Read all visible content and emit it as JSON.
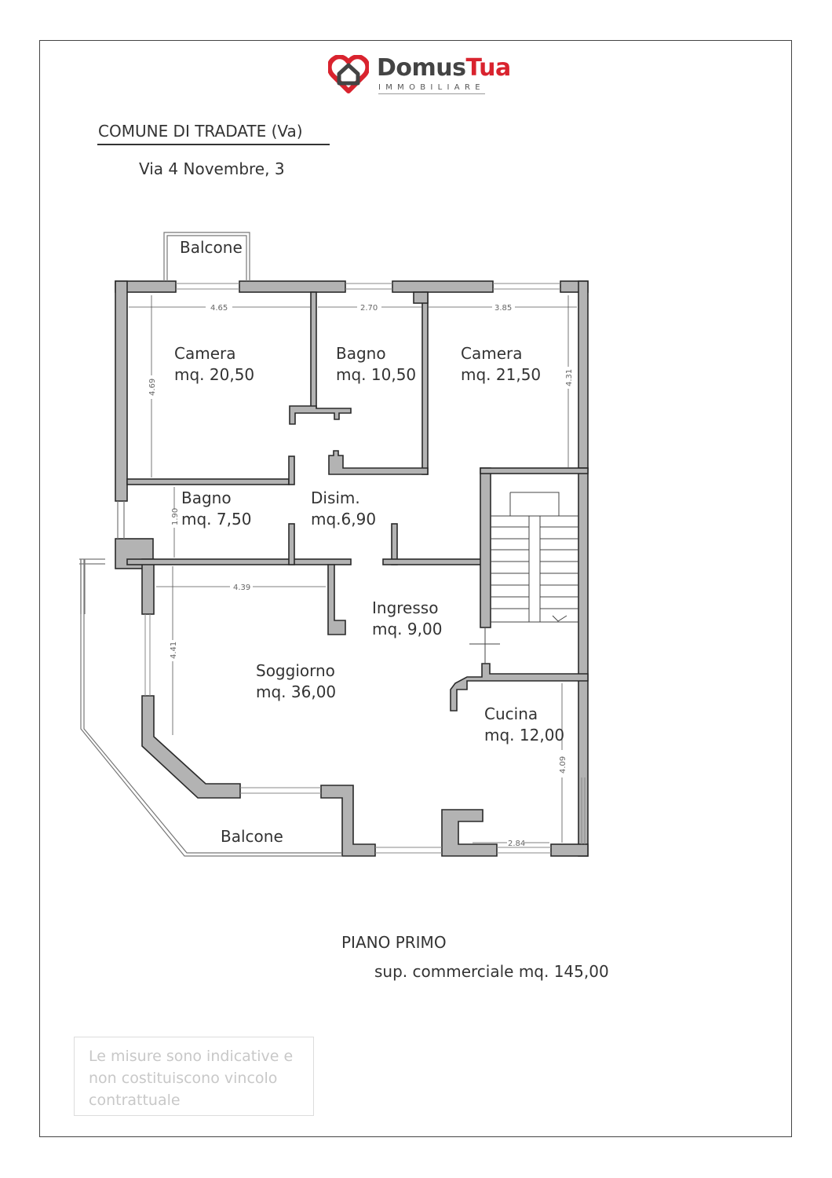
{
  "brand": {
    "name_part1": "Domus",
    "name_part2": "Tua",
    "subtitle": "IMMOBILIARE",
    "accent_color": "#d9232e",
    "icon": "heart-house-logo-icon"
  },
  "header": {
    "comune": "COMUNE DI  TRADATE (Va)",
    "address": "Via 4 Novembre, 3"
  },
  "rooms": {
    "balcone_top": "Balcone",
    "camera1_name": "Camera",
    "camera1_area": "mq. 20,50",
    "bagno1_name": "Bagno",
    "bagno1_area": "mq. 10,50",
    "camera2_name": "Camera",
    "camera2_area": "mq. 21,50",
    "bagno2_name": "Bagno",
    "bagno2_area": "mq. 7,50",
    "disim_name": "Disim.",
    "disim_area": "mq.6,90",
    "ingresso_name": "Ingresso",
    "ingresso_area": "mq. 9,00",
    "soggiorno_name": "Soggiorno",
    "soggiorno_area": "mq. 36,00",
    "cucina_name": "Cucina",
    "cucina_area": "mq. 12,00",
    "balcone_bottom": "Balcone"
  },
  "dimensions": {
    "camera1_width": "4.65",
    "bagno1_width": "2.70",
    "camera2_width": "3.85",
    "camera1_depth": "4.69",
    "camera2_depth": "4.31",
    "bagno2_depth": "1.90",
    "soggiorno_width": "4.39",
    "soggiorno_depth": "4.41",
    "cucina_depth": "4.09",
    "cucina_width": "2.84"
  },
  "footer": {
    "floor": "PIANO PRIMO",
    "surface": "sup. commerciale mq. 145,00",
    "disclaimer_lines": [
      "Le misure sono indicative e",
      "non costituiscono  vincolo",
      "contrattuale"
    ]
  }
}
